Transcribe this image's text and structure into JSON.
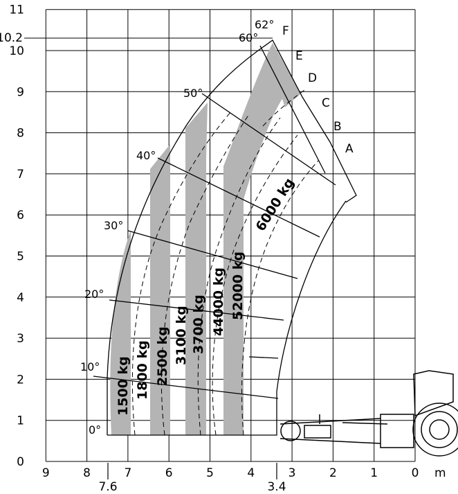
{
  "chart_data": {
    "type": "diagram",
    "title": "",
    "x_axis": {
      "ticks": [
        9,
        8,
        7,
        6,
        5,
        4,
        3,
        2,
        1,
        0
      ],
      "unit": "m",
      "extra_labels": [
        "7.6",
        "3.4"
      ]
    },
    "y_axis": {
      "ticks": [
        0,
        1,
        2,
        3,
        4,
        5,
        6,
        7,
        8,
        9,
        10,
        11
      ],
      "extra_labels": [
        "10.2"
      ]
    },
    "boom_angles": [
      "0°",
      "10°",
      "20°",
      "30°",
      "40°",
      "50°",
      "60°",
      "62°"
    ],
    "extension_positions": [
      "A",
      "B",
      "C",
      "D",
      "E",
      "F"
    ],
    "load_zones": [
      "1500 kg",
      "1800 kg",
      "2500 kg",
      "3100 kg",
      "3700 kg",
      "44000 kg",
      "52000 kg",
      "6000 kg"
    ],
    "max_height": 10.2,
    "max_reach": 7.6
  }
}
